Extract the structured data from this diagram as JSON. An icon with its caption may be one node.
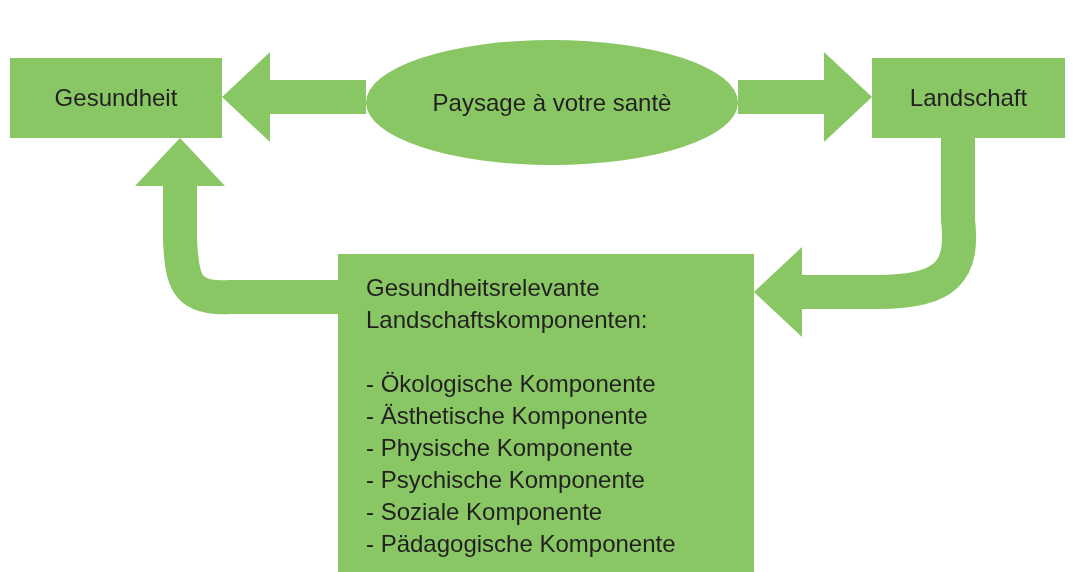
{
  "diagram": {
    "nodes": [
      {
        "text": [
          "Gesundheit"
        ]
      },
      {
        "text": [
          "Paysage à votre santè"
        ]
      },
      {
        "text": [
          "Landschaft"
        ]
      },
      {
        "text": [
          "Gesundheitsrelevante Landschaftskomponenten:",
          "- Ökologische Komponente",
          "- Ästhetische Komponente",
          "- Physische Komponente",
          "- Psychische Komponente",
          "- Soziale Komponente",
          "- Pädagogische Komponente"
        ]
      }
    ],
    "edges": [
      {
        "from": 1,
        "to": 0,
        "arrow": "to"
      },
      {
        "from": 1,
        "to": 2,
        "arrow": "to"
      },
      {
        "from": 2,
        "to": 3,
        "arrow": "to"
      },
      {
        "from": 3,
        "to": 0,
        "arrow": "to"
      }
    ]
  }
}
